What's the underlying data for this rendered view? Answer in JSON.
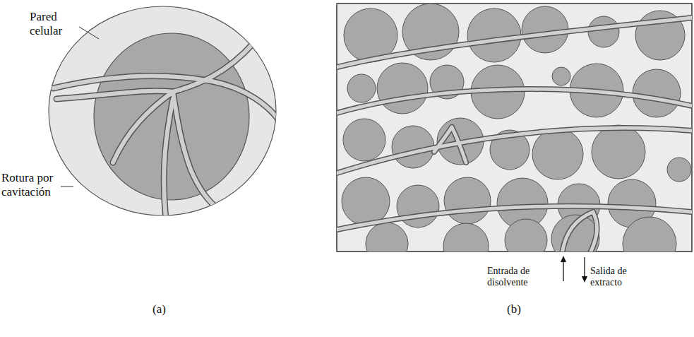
{
  "diagram": {
    "labels": [
      "Pared celular",
      "Rotura por cavitación",
      "(a)",
      "Entrada de disolvente",
      "Salida de extracto",
      "(b)"
    ]
  }
}
